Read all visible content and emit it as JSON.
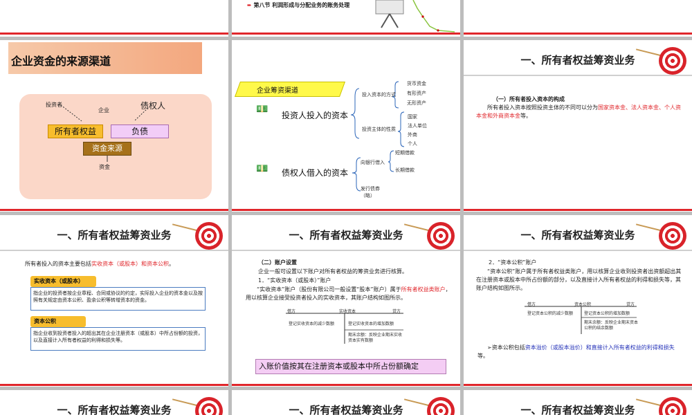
{
  "top_row": {
    "s2_section": "第八节  利润形成与分配业务的账务处理"
  },
  "s1": {
    "title": "企业资金的来源渠道",
    "investor": "投资者",
    "creditor": "债权人",
    "enterprise": "企业",
    "owner_equity": "所有者权益",
    "liability": "负债",
    "fund_source": "资金来源",
    "funds": "资金"
  },
  "s2": {
    "banner": "企业筹资渠道",
    "investor_input": "投资人投入的资本",
    "creditor_borrow": "债权人借入的资本",
    "invest_method": "投入资本的方式",
    "invest_methods": [
      "货币资金",
      "有形资产",
      "无形资产"
    ],
    "invest_subject": "投资主体的性质",
    "invest_subjects": [
      "国家",
      "法人单位",
      "外商",
      "个人"
    ],
    "bank_borrow": "向银行借入",
    "bank_types": [
      "短期借款",
      "长期借款"
    ],
    "bonds": "发行债券（略）"
  },
  "s3": {
    "title": "一、所有者权益筹资业务",
    "subhead": "（一）所有者投入资本的构成",
    "text_pre": "所有者投入资本按照投资主体的不同可以分为",
    "text_red": "国家资本金、法人资本金、个人资本金和外商资本金",
    "text_post": "等。"
  },
  "s4": {
    "title": "一、所有者权益筹资业务",
    "intro_pre": "所有者投入的资本主要包括",
    "intro_red": "实收资本（或股本）和资本公积",
    "intro_post": "。",
    "box1_label": "实收资本（或股本）",
    "box1_text": "指企业的投资者按企业章程、合同或协议的约定，实际投入企业的资本金以及按照有关规定由资本公积、盈余公积等转增资本的资金。",
    "box2_label": "资本公积",
    "box2_text": "指企业收到投资者投入的超出其在企业注册资本（或股本）中所占份额的投资，以及直接计入所有者权益的利得和损失等。"
  },
  "s5": {
    "title": "一、所有者权益筹资业务",
    "subhead": "（二）账户设置",
    "p1": "企业一般可设置以下账户对所有者权益的筹资业务进行核算。",
    "p2": "1．“实收资本（或股本）”账户",
    "p3_pre": "“实收资本”账户（股份有限公司一般设置“股本”账户）属于",
    "p3_red": "所有者权益类账户",
    "p3_post": "，用以核算企业接受投资者投入的实收资本，其账户结构如图所示。",
    "t_debit": "借方",
    "t_name": "实收资本",
    "t_credit": "贷方",
    "t_left": "登记实收资本的减少数额",
    "t_right1": "登记实收资本的增加数额",
    "t_right2": "期末余额：反映企业期末实收资本实有数额",
    "note": "入账价值按其在注册资本或股本中所占份额确定"
  },
  "s6": {
    "title": "一、所有者权益筹资业务",
    "p1": "2．“资本公积”账户",
    "p2": "“资本公积”账户属于所有者权益类账户，用以核算企业收到投资者出资额超出其在注册资本或股本中所占份额的部分，以及直接计入所有者权益的利得和损失等，其账户结构如图所示。",
    "t_debit": "借方",
    "t_name": "资本公积",
    "t_credit": "贷方",
    "t_left": "登记资本公积的减少数额",
    "t_right1": "登记资本公积的增加数额",
    "t_right2": "期末余额：反映企业期末资本公积的结余数额",
    "p3_pre": "➢资本公积包括",
    "p3_blue": "资本溢价（或股本溢价）和直接计入所有者权益的利得和损失",
    "p3_post": "等。"
  },
  "bottom_row": {
    "t1": "一、所有者权益筹资业务",
    "t2": "一、所有者权益筹资业务",
    "t3": "一、所有者权益筹资业务"
  }
}
